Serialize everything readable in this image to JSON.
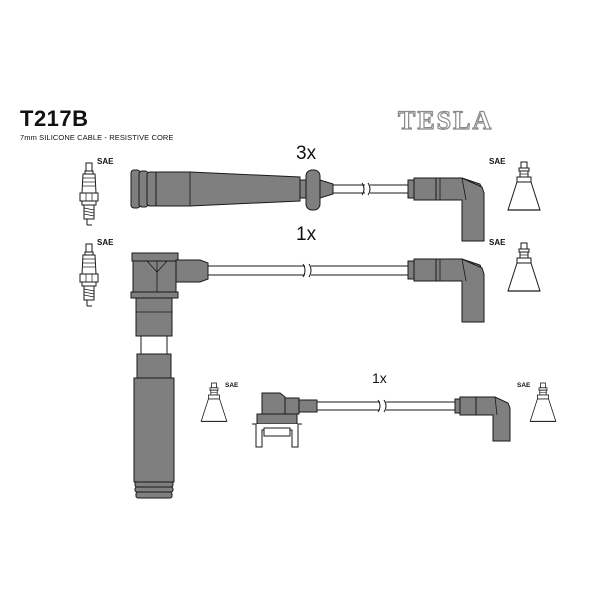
{
  "header": {
    "part_code": "T217B",
    "subtitle": "7mm SILICONE CABLE - RESISTIVE CORE",
    "brand": "TESLA"
  },
  "labels": {
    "sae": "SAE",
    "qty_top": "3x",
    "qty_middle": "1x",
    "qty_bottom": "1x"
  },
  "colors": {
    "part_fill": "#7f7f7f",
    "part_stroke": "#1a1a1a",
    "brand_stroke": "#8a8a8a"
  },
  "icons": [
    "spark-plug-icon",
    "ignition-coil-connector-icon",
    "distributor-cap-connector-icon"
  ]
}
